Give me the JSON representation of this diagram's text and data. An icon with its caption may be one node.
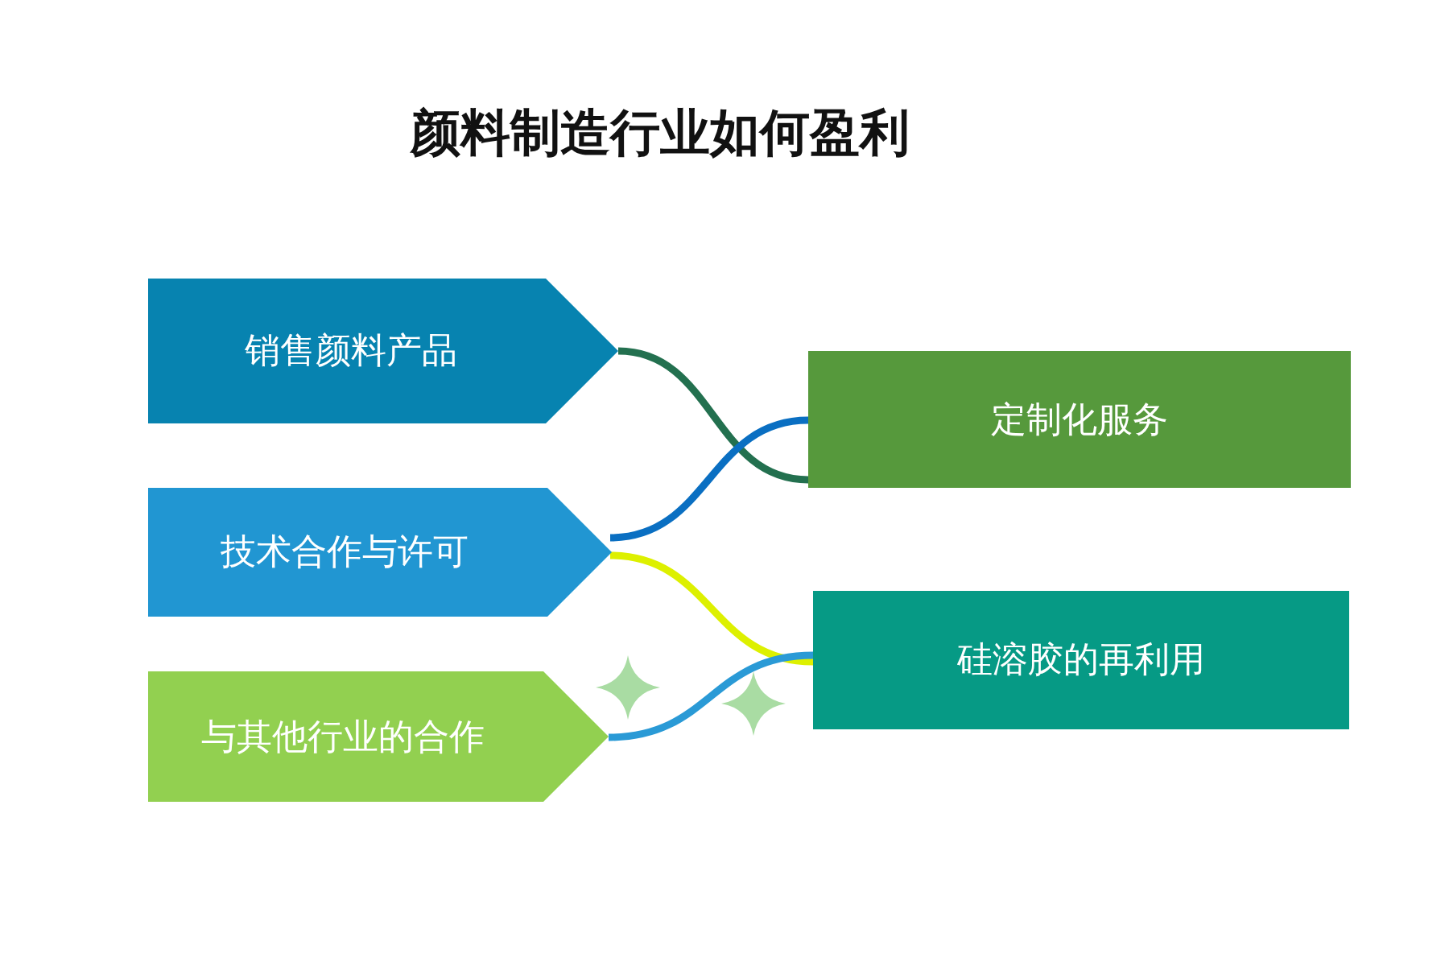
{
  "diagram": {
    "title": "颜料制造行业如何盈利",
    "nodes": [
      {
        "text": [
          "销售颜料产品"
        ]
      },
      {
        "text": [
          "技术合作与许可"
        ]
      },
      {
        "text": [
          "与其他行业的合作"
        ]
      },
      {
        "text": [
          "定制化服务"
        ]
      },
      {
        "text": [
          "硅溶胶的再利用"
        ]
      }
    ],
    "edges": [
      {
        "from": 0,
        "to": 3,
        "arrow": "none",
        "color": "#23704f"
      },
      {
        "from": 1,
        "to": 3,
        "arrow": "none",
        "color": "#0a6fc2"
      },
      {
        "from": 1,
        "to": 4,
        "arrow": "none",
        "color": "#ddf000"
      },
      {
        "from": 2,
        "to": 4,
        "arrow": "none",
        "color": "#2a9ad6"
      }
    ]
  }
}
